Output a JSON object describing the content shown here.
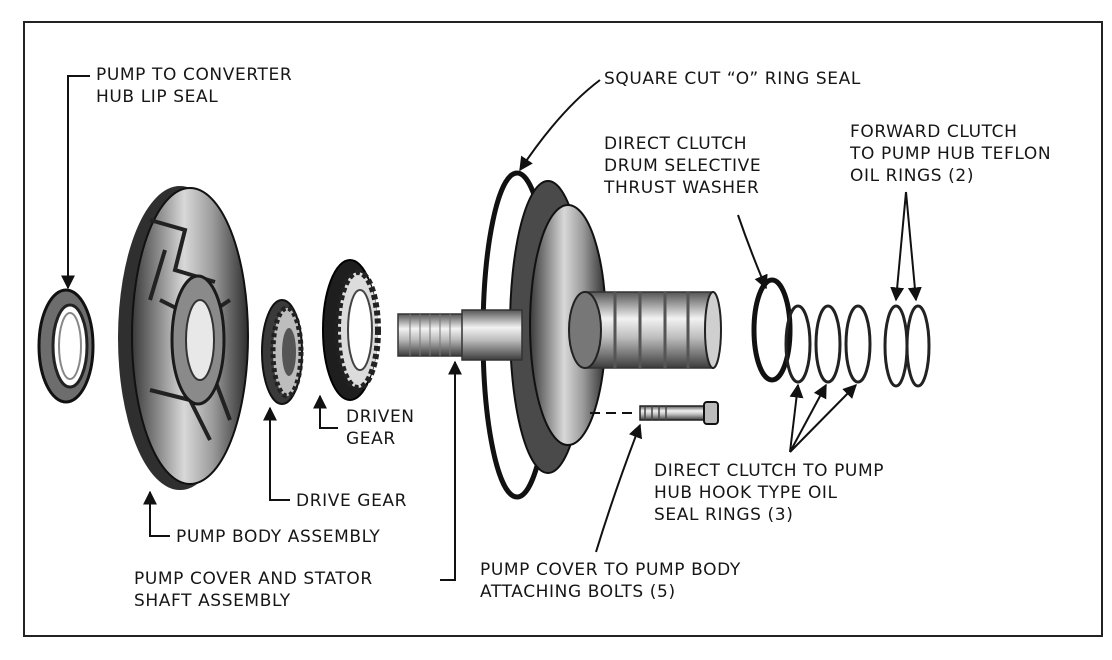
{
  "labels": {
    "hub_lip_seal": [
      "PUMP TO CONVERTER",
      "HUB LIP SEAL"
    ],
    "o_ring": [
      "SQUARE CUT “O” RING SEAL"
    ],
    "thrust_washer": [
      "DIRECT CLUTCH",
      "DRUM SELECTIVE",
      "THRUST WASHER"
    ],
    "teflon_rings": [
      "FORWARD CLUTCH",
      "TO PUMP HUB TEFLON",
      "OIL RINGS (2)"
    ],
    "driven_gear": [
      "DRIVEN",
      "GEAR"
    ],
    "drive_gear": [
      "DRIVE GEAR"
    ],
    "pump_body": [
      "PUMP BODY ASSEMBLY"
    ],
    "stator_shaft": [
      "PUMP COVER AND STATOR",
      "SHAFT ASSEMBLY"
    ],
    "hook_rings": [
      "DIRECT CLUTCH TO PUMP",
      "HUB HOOK TYPE OIL",
      "SEAL RINGS (3)"
    ],
    "bolts": [
      "PUMP COVER TO PUMP BODY",
      "ATTACHING BOLTS (5)"
    ]
  }
}
